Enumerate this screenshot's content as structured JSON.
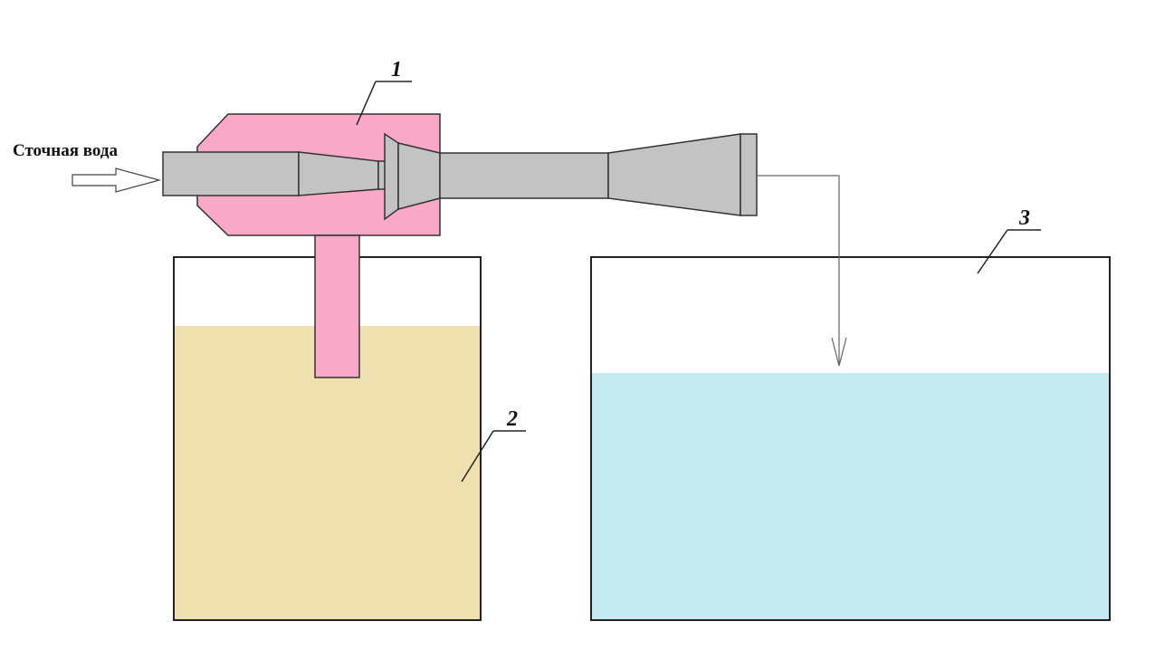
{
  "labels": {
    "inlet": "Сточная вода"
  },
  "callouts": {
    "device": "1",
    "sediment_tank": "2",
    "clean_tank": "3"
  },
  "colors": {
    "device_body": "#f9a9c7",
    "pipe": "#c3c3c3",
    "sediment": "#efe1af",
    "clean_water": "#c5e9f1",
    "outline": "#222222",
    "background": "#ffffff"
  },
  "levels": {
    "sediment_tank_fill": 0.81,
    "clean_tank_fill": 0.68
  }
}
